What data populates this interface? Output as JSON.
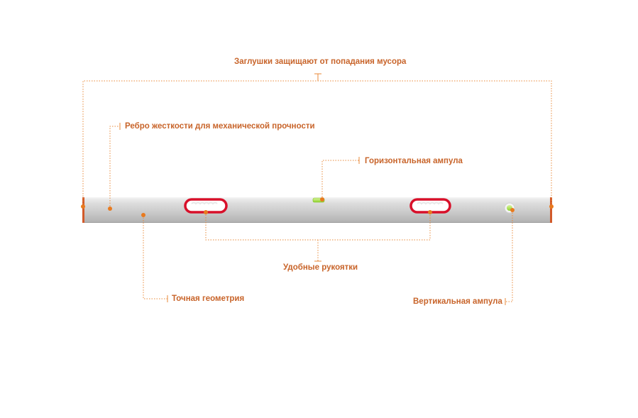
{
  "colors": {
    "accent": "#e87a1f",
    "label": "#c8642a",
    "handle_ring": "#d8102a",
    "bubble": "#9fdc3a",
    "bar_light": "#e6e6e6",
    "bar_dark": "#b4b4b4"
  },
  "callouts": {
    "end_caps": "Заглушки защищают от попадания мусора",
    "stiffening_rib": "Ребро жесткости для механической прочности",
    "horizontal_vial": "Горизонтальная ампула",
    "handles": "Удобные рукоятки",
    "precise_geometry": "Точная геометрия",
    "vertical_vial": "Вертикальная ампула"
  }
}
